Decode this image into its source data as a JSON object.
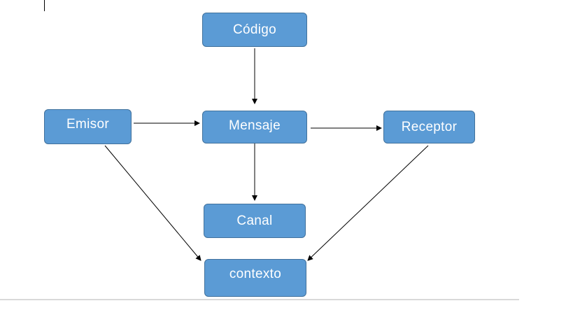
{
  "diagram": {
    "nodes": {
      "codigo": "Código",
      "emisor": "Emisor",
      "mensaje": "Mensaje",
      "receptor": "Receptor",
      "canal": "Canal",
      "contexto": "contexto"
    },
    "node_color": "#5b9bd5",
    "text_color": "#ffffff",
    "edges": [
      {
        "from": "codigo",
        "to": "mensaje"
      },
      {
        "from": "emisor",
        "to": "mensaje"
      },
      {
        "from": "mensaje",
        "to": "receptor"
      },
      {
        "from": "mensaje",
        "to": "canal"
      },
      {
        "from": "emisor",
        "to": "contexto"
      },
      {
        "from": "receptor",
        "to": "contexto"
      }
    ]
  }
}
